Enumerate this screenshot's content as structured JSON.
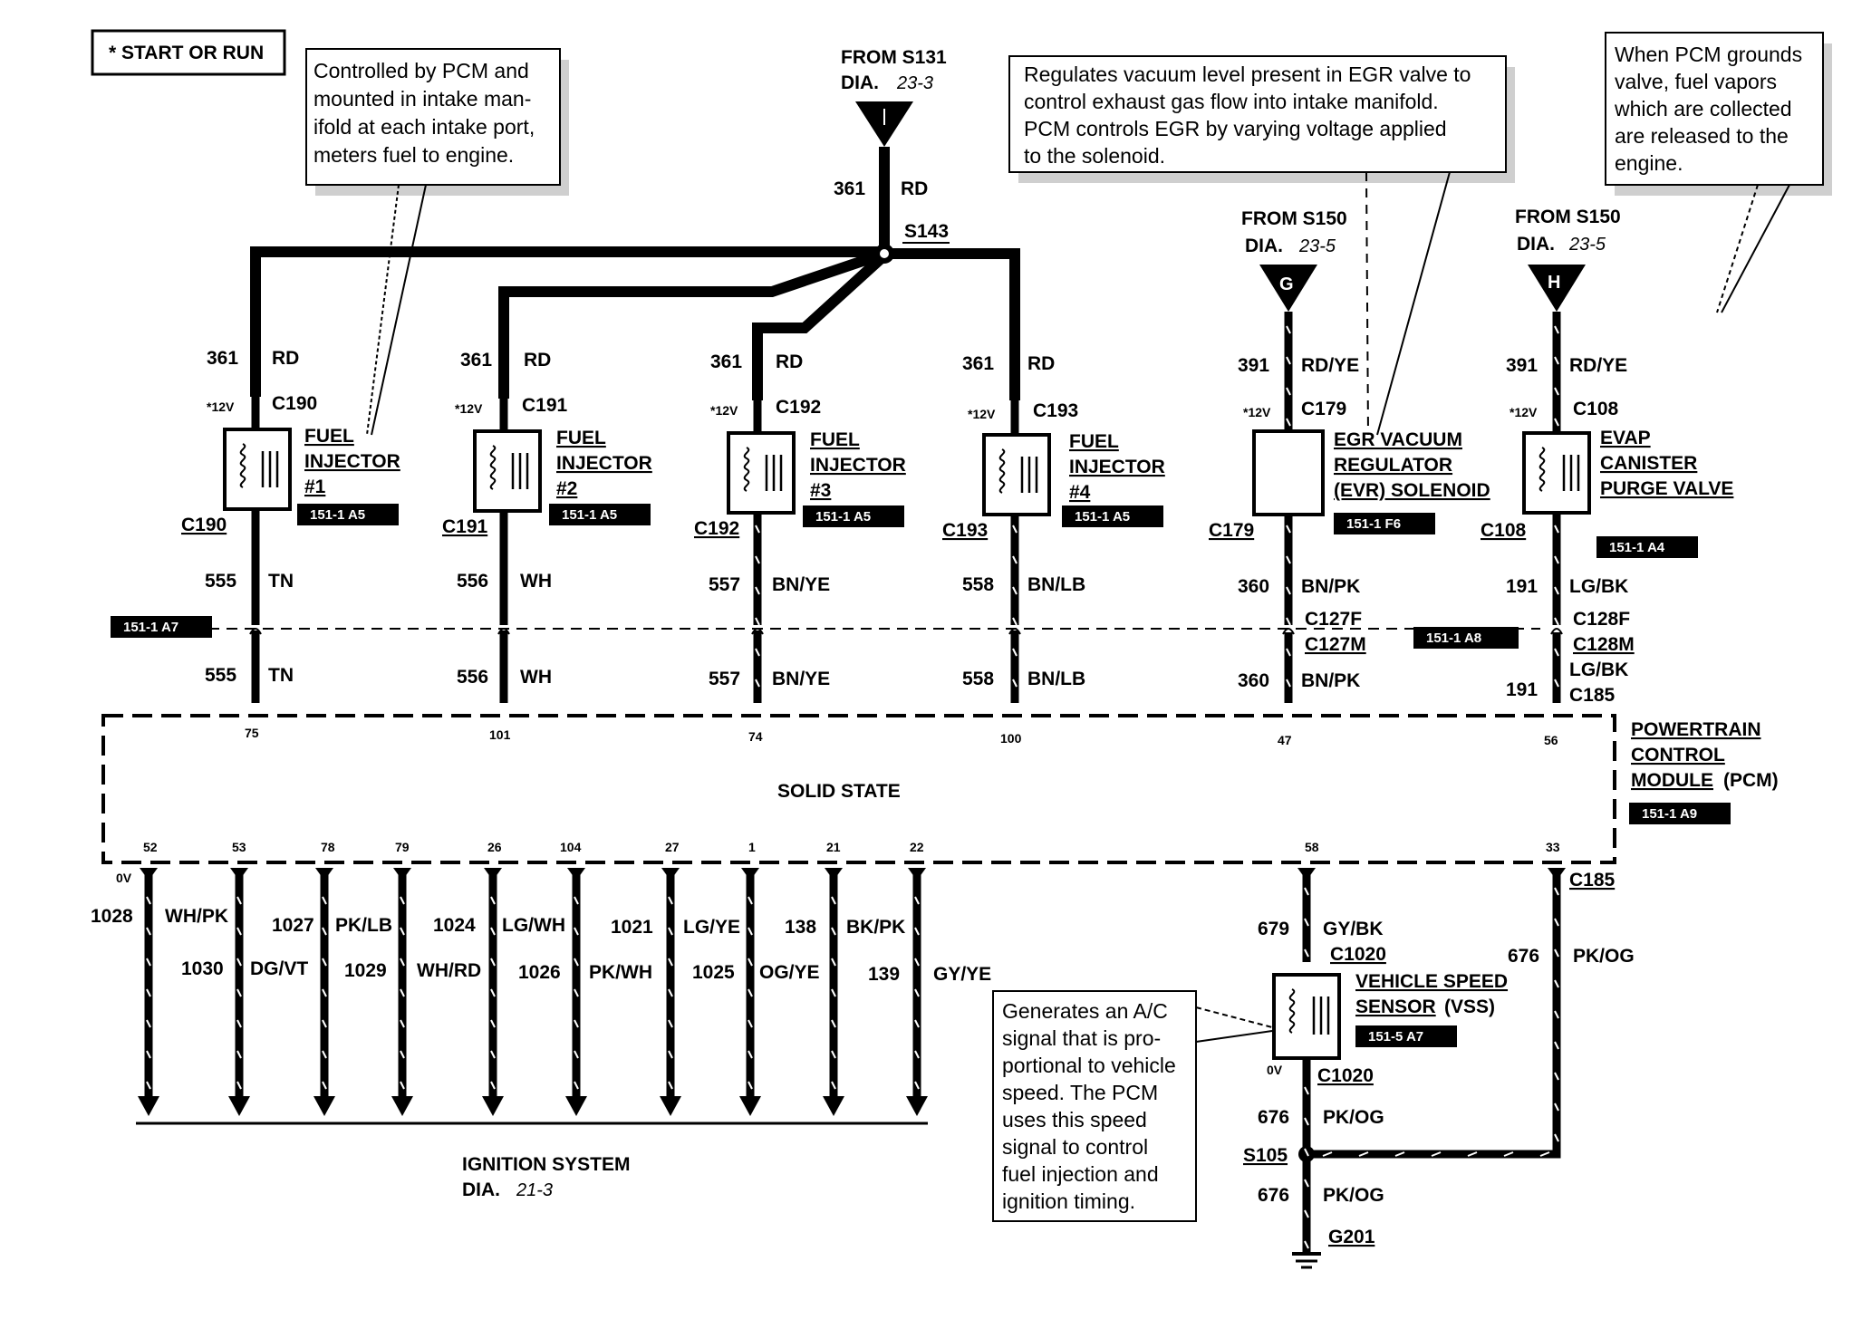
{
  "start_run_label": "* START OR RUN",
  "notes": {
    "injector": [
      "Controlled by PCM and",
      "mounted in intake man-",
      "ifold at each intake port,",
      "meters fuel to engine."
    ],
    "egr": [
      "Regulates vacuum level present in EGR valve to",
      "control exhaust gas flow into intake manifold.",
      "PCM controls EGR by varying voltage applied",
      "to the solenoid."
    ],
    "evap": [
      "When PCM grounds",
      "valve, fuel vapors",
      "which are collected",
      "are released to the",
      "engine."
    ],
    "vss": [
      "Generates an A/C",
      "signal that is pro-",
      "portional to vehicle",
      "speed. The PCM",
      "uses this speed",
      "signal to control",
      "fuel injection and",
      "ignition timing."
    ]
  },
  "sources": {
    "s131": {
      "from": "FROM S131",
      "dia": "DIA.",
      "dia_ref": "23-3",
      "circuit": "361",
      "color": "RD",
      "splice": "S143"
    },
    "s150_g": {
      "from": "FROM S150",
      "dia": "DIA.",
      "dia_ref": "23-5",
      "letter": "G"
    },
    "s150_h": {
      "from": "FROM S150",
      "dia": "DIA.",
      "dia_ref": "23-5",
      "letter": "H"
    }
  },
  "voltage_12v": "*12V",
  "voltage_0v": "0V",
  "injectors": [
    {
      "name1": "FUEL",
      "name2": "INJECTOR",
      "num": "#1",
      "conn": "C190",
      "ref": "151-1 A5",
      "top_circuit": "361",
      "top_color": "RD",
      "bot_circuit": "555",
      "bot_color": "TN",
      "pin": "75"
    },
    {
      "name1": "FUEL",
      "name2": "INJECTOR",
      "num": "#2",
      "conn": "C191",
      "ref": "151-1 A5",
      "top_circuit": "361",
      "top_color": "RD",
      "bot_circuit": "556",
      "bot_color": "WH",
      "pin": "101"
    },
    {
      "name1": "FUEL",
      "name2": "INJECTOR",
      "num": "#3",
      "conn": "C192",
      "ref": "151-1 A5",
      "top_circuit": "361",
      "top_color": "RD",
      "bot_circuit": "557",
      "bot_color": "BN/YE",
      "pin": "74"
    },
    {
      "name1": "FUEL",
      "name2": "INJECTOR",
      "num": "#4",
      "conn": "C193",
      "ref": "151-1 A5",
      "top_circuit": "361",
      "top_color": "RD",
      "bot_circuit": "558",
      "bot_color": "BN/LB",
      "pin": "100"
    }
  ],
  "evr": {
    "name1": "EGR VACUUM",
    "name2": "REGULATOR",
    "name3": "(EVR) SOLENOID",
    "conn": "C179",
    "ref": "151-1 F6",
    "top_circuit": "391",
    "top_color": "RD/YE",
    "bot_circuit": "360",
    "bot_color": "BN/PK",
    "inline_f": "C127F",
    "inline_m": "C127M",
    "pin": "47"
  },
  "evap_valve": {
    "name1": "EVAP",
    "name2": "CANISTER",
    "name3": "PURGE VALVE",
    "conn": "C108",
    "ref": "151-1 A4",
    "top_circuit": "391",
    "top_color": "RD/YE",
    "bot_circuit": "191",
    "bot_color": "LG/BK",
    "inline_f": "C128F",
    "inline_m": "C128M",
    "c185": "C185",
    "pin": "56"
  },
  "inline_ref_left": "151-1 A7",
  "inline_ref_right": "151-1 A8",
  "pcm": {
    "name1": "POWERTRAIN",
    "name2": "CONTROL",
    "name3": "MODULE",
    "name3b": "(PCM)",
    "ref": "151-1 A9",
    "solid_state": "SOLID STATE"
  },
  "ignition_wires": [
    {
      "pin": "52",
      "circuit": "1028",
      "color": "WH/PK"
    },
    {
      "pin": "53",
      "circuit": "1030",
      "color": "DG/VT"
    },
    {
      "pin": "78",
      "circuit": "1027",
      "color": "PK/LB"
    },
    {
      "pin": "79",
      "circuit": "1029",
      "color": "WH/RD"
    },
    {
      "pin": "26",
      "circuit": "1024",
      "color": "LG/WH"
    },
    {
      "pin": "104",
      "circuit": "1026",
      "color": "PK/WH"
    },
    {
      "pin": "27",
      "circuit": "1021",
      "color": "LG/YE"
    },
    {
      "pin": "1",
      "circuit": "1025",
      "color": "OG/YE"
    },
    {
      "pin": "21",
      "circuit": "138",
      "color": "BK/PK"
    },
    {
      "pin": "22",
      "circuit": "139",
      "color": "GY/YE"
    }
  ],
  "ignition": {
    "label": "IGNITION SYSTEM",
    "dia": "DIA.",
    "dia_ref": "21-3"
  },
  "vss": {
    "name1": "VEHICLE SPEED",
    "name2": "SENSOR",
    "name2b": "(VSS)",
    "ref": "151-5 A7",
    "conn": "C1020",
    "pin": "58",
    "top_circuit": "679",
    "top_color": "GY/BK",
    "bot_circuit": "676",
    "bot_color": "PK/OG",
    "splice": "S105",
    "ground": "G201",
    "return_pin": "33",
    "return_conn": "C185",
    "return_circuit": "676",
    "return_color": "PK/OG"
  }
}
